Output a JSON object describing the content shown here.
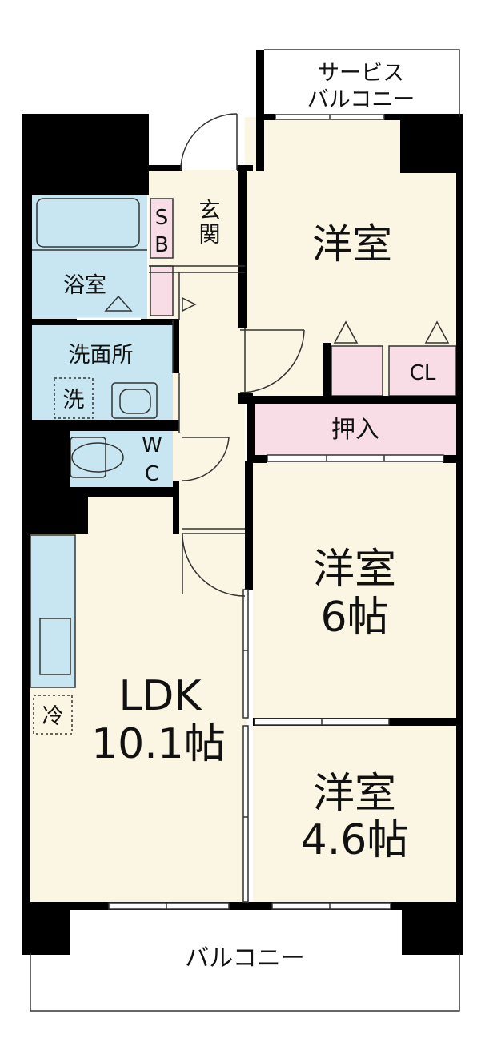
{
  "rooms": {
    "service_balcony_line1": "サービス",
    "service_balcony_line2": "バルコニー",
    "western_top": "洋室",
    "entrance_line1": "玄",
    "entrance_line2": "関",
    "sb_line1": "S",
    "sb_line2": "B",
    "bath": "浴室",
    "washroom": "洗面所",
    "washer": "洗",
    "closet": "CL",
    "oshiire": "押入",
    "wc_line1": "W",
    "wc_line2": "C",
    "western_mid_name": "洋室",
    "western_mid_size": "6帖",
    "ldk_name": "LDK",
    "ldk_size": "10.1帖",
    "fridge": "冷",
    "western_low_name": "洋室",
    "western_low_size": "4.6帖",
    "balcony": "バルコニー"
  },
  "colors": {
    "floor": "#fbf5e3",
    "wet": "#c8e6f1",
    "storage": "#f8dde6",
    "wall": "#000000"
  }
}
